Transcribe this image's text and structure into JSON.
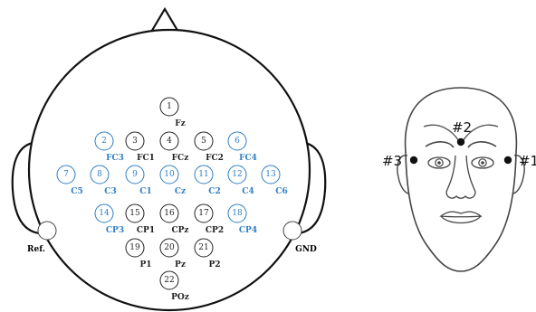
{
  "colors": {
    "black": "#222222",
    "blue": "#2f7ec4",
    "outline": "#333333"
  },
  "head_map": {
    "reference_label": "Ref.",
    "ground_label": "GND",
    "electrodes": [
      {
        "num": "1",
        "label": "Fz",
        "color": "black"
      },
      {
        "num": "2",
        "label": "FC3",
        "color": "blue"
      },
      {
        "num": "3",
        "label": "FC1",
        "color": "black"
      },
      {
        "num": "4",
        "label": "FCz",
        "color": "black"
      },
      {
        "num": "5",
        "label": "FC2",
        "color": "black"
      },
      {
        "num": "6",
        "label": "FC4",
        "color": "blue"
      },
      {
        "num": "7",
        "label": "C5",
        "color": "blue"
      },
      {
        "num": "8",
        "label": "C3",
        "color": "blue"
      },
      {
        "num": "9",
        "label": "C1",
        "color": "blue"
      },
      {
        "num": "10",
        "label": "Cz",
        "color": "blue"
      },
      {
        "num": "11",
        "label": "C2",
        "color": "blue"
      },
      {
        "num": "12",
        "label": "C4",
        "color": "blue"
      },
      {
        "num": "13",
        "label": "C6",
        "color": "blue"
      },
      {
        "num": "14",
        "label": "CP3",
        "color": "blue"
      },
      {
        "num": "15",
        "label": "CP1",
        "color": "black"
      },
      {
        "num": "16",
        "label": "CPz",
        "color": "black"
      },
      {
        "num": "17",
        "label": "CP2",
        "color": "black"
      },
      {
        "num": "18",
        "label": "CP4",
        "color": "blue"
      },
      {
        "num": "19",
        "label": "P1",
        "color": "black"
      },
      {
        "num": "20",
        "label": "Pz",
        "color": "black"
      },
      {
        "num": "21",
        "label": "P2",
        "color": "black"
      },
      {
        "num": "22",
        "label": "POz",
        "color": "black"
      }
    ]
  },
  "face": {
    "points": [
      {
        "label": "#2"
      },
      {
        "label": "#3"
      },
      {
        "label": "#1"
      }
    ]
  }
}
